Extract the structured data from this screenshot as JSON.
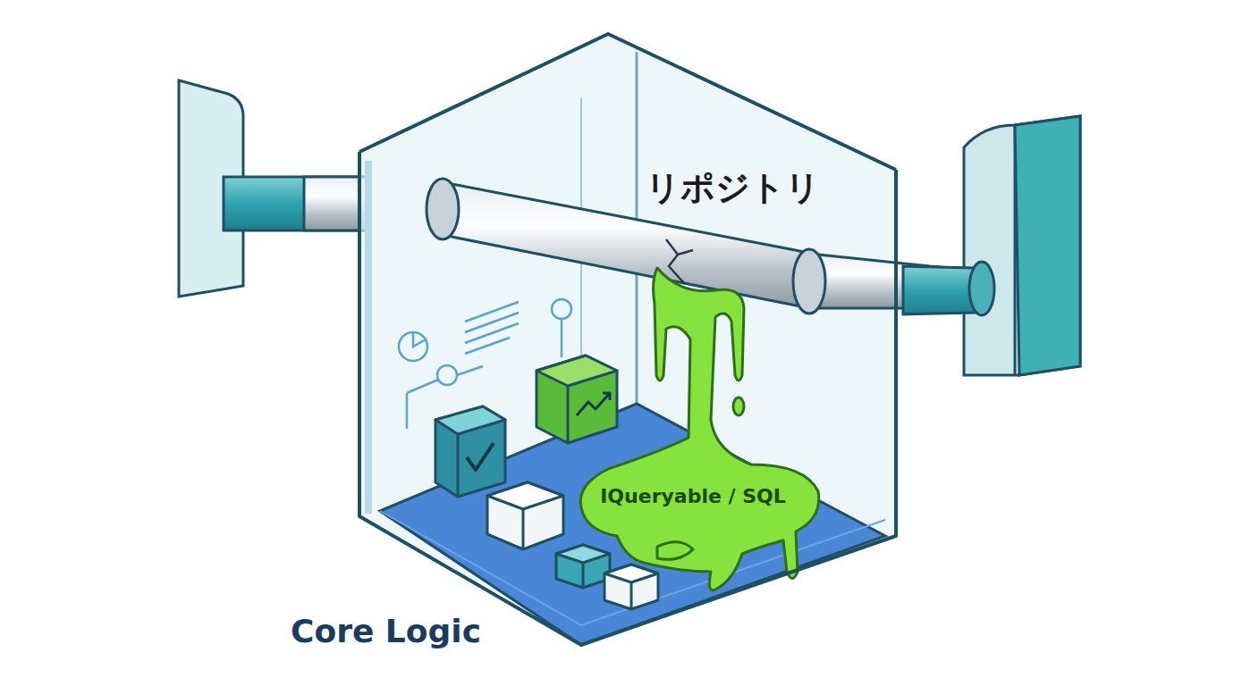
{
  "diagram": {
    "nodes": [
      {
        "text": [
          "Core Logic"
        ]
      },
      {
        "text": [
          "IQueryable / SQL"
        ],
        "in": 0
      }
    ],
    "labels": [
      "リポジトリ"
    ]
  }
}
